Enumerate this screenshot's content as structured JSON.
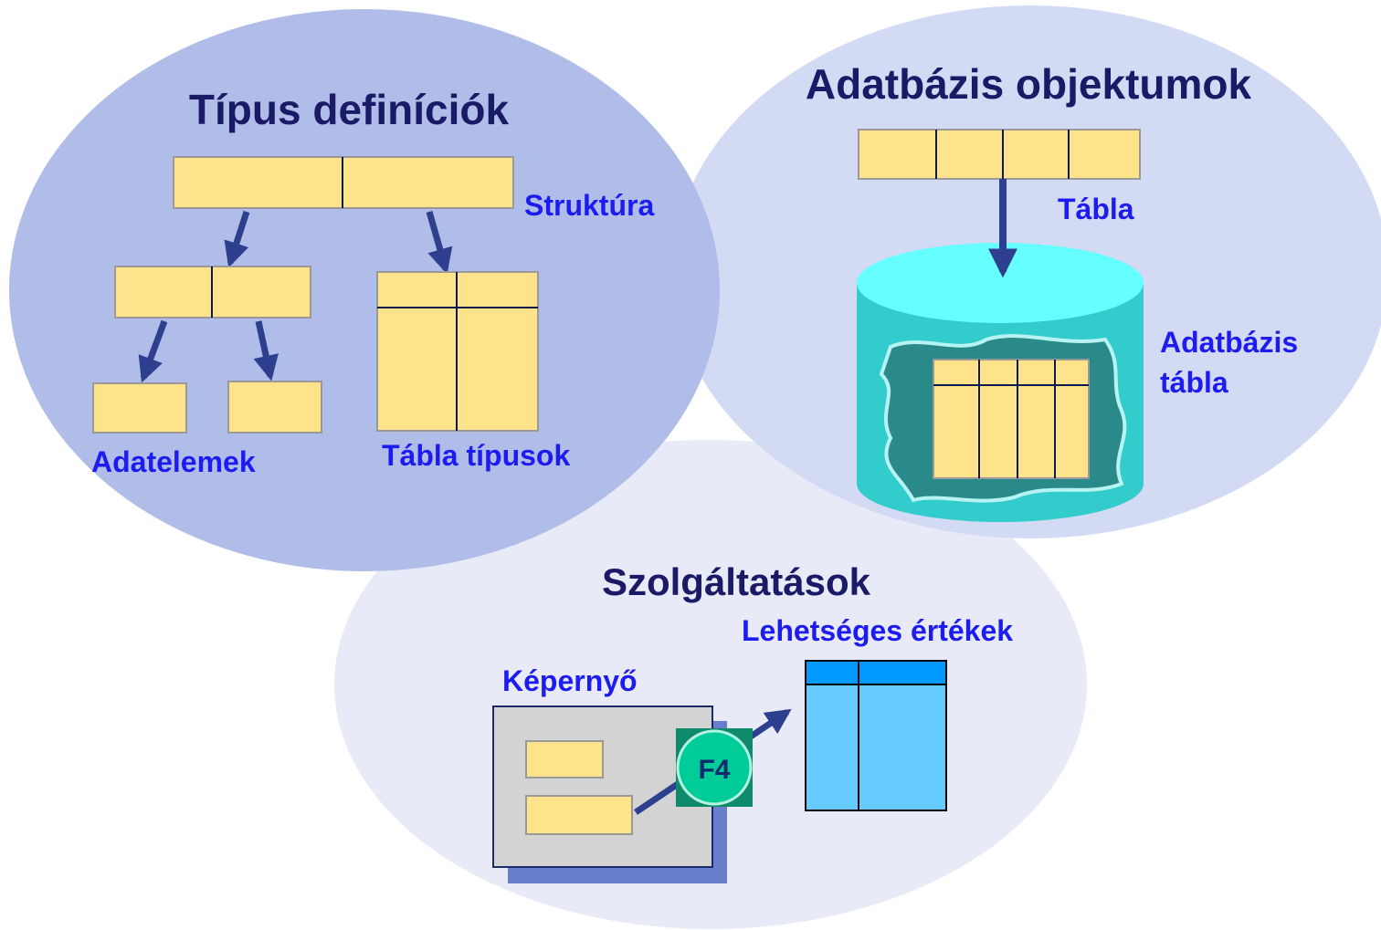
{
  "type_definitions": {
    "title": "Típus definíciók",
    "structure_label": "Struktúra",
    "data_elements_label": "Adatelemek",
    "table_types_label": "Tábla típusok"
  },
  "database_objects": {
    "title": "Adatbázis objektumok",
    "table_label": "Tábla",
    "db_table_label_line1": "Adatbázis",
    "db_table_label_line2": "tábla"
  },
  "services": {
    "title": "Szolgáltatások",
    "possible_values_label": "Lehetséges értékek",
    "screen_label": "Képernyő",
    "f4_key": "F4"
  },
  "colors": {
    "circle_type_definitions": "#b1bde9",
    "circle_database_objects": "#d3daf3",
    "circle_services": "#e8ebf7",
    "field_yellow": "#ffe38a",
    "arrow": "#2e3f8f",
    "cylinder_cyan": "#66ffff",
    "f4_green": "#00cc99",
    "value_list_blue": "#66ccff"
  }
}
